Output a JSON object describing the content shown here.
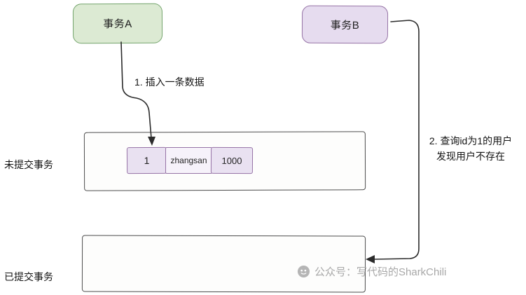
{
  "diagram": {
    "transaction_a": "事务A",
    "transaction_b": "事务B",
    "arrow1_label": "1. 插入一条数据",
    "arrow2_label_line1": "2. 查询id为1的用户",
    "arrow2_label_line2": "发现用户不存在",
    "lane_uncommitted": "未提交事务",
    "lane_committed": "已提交事务",
    "row": {
      "id": "1",
      "name": "zhangsan",
      "amount": "1000"
    },
    "watermark": "公众号：写代码的SharkChili"
  },
  "colors": {
    "green_fill": "#dcead3",
    "green_stroke": "#74a46c",
    "purple_fill": "#e6dcef",
    "purple_stroke": "#9673a6",
    "cell_fill": "#e9e1f1",
    "rect_stroke": "#4d4d4d",
    "arrow": "#2b2b2b",
    "watermark_gray": "#a8a8a8"
  }
}
